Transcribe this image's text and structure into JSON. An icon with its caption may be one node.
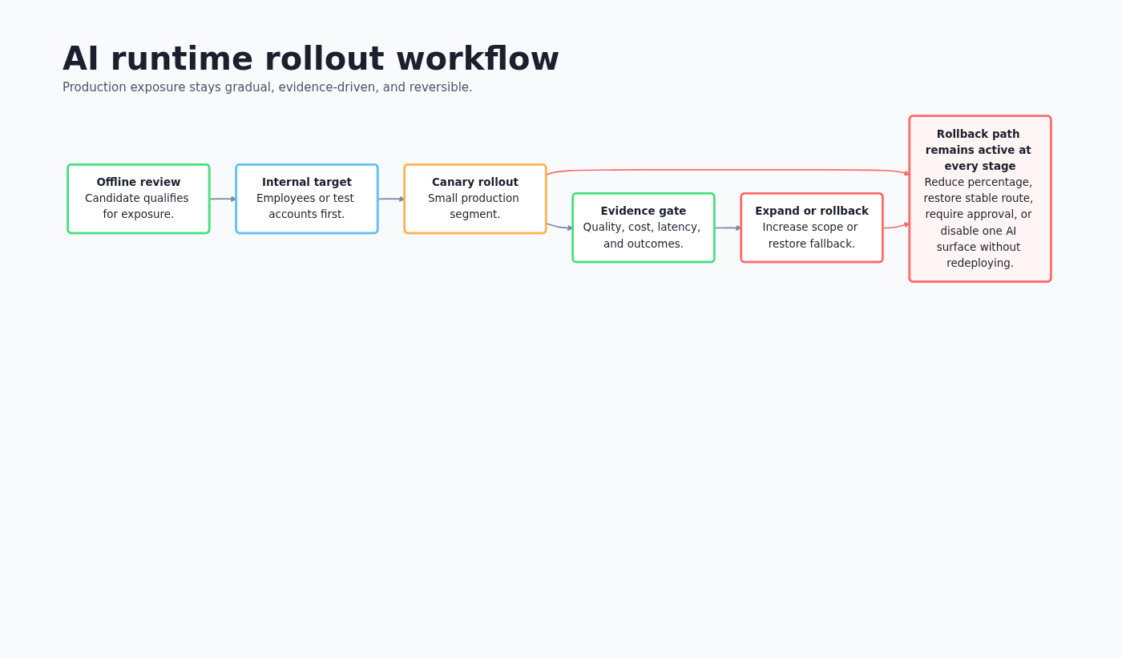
{
  "diagram": {
    "title": "AI runtime rollout workflow",
    "nodes": [
      {
        "text": [
          "Offline review",
          "Candidate qualifies for exposure."
        ]
      },
      {
        "text": [
          "Internal target",
          "Employees or test accounts first."
        ]
      },
      {
        "text": [
          "Canary rollout",
          "Small production segment."
        ]
      },
      {
        "text": [
          "Evidence gate",
          "Quality, cost, latency, and outcomes."
        ]
      },
      {
        "text": [
          "Expand or rollback",
          "Increase scope or restore fallback."
        ]
      },
      {
        "text": [
          "Rollback path remains active at every stage",
          "Reduce percentage, restore stable route, require approval, or disable one AI surface without redeploying."
        ]
      }
    ],
    "edges": [
      {
        "from": 0,
        "to": 1,
        "arrow": "to"
      },
      {
        "from": 1,
        "to": 2,
        "arrow": "to"
      },
      {
        "from": 2,
        "to": 3,
        "arrow": "to"
      },
      {
        "from": 3,
        "to": 4,
        "arrow": "to"
      },
      {
        "from": 2,
        "to": 5,
        "arrow": "to",
        "color": "#ff6b6b"
      },
      {
        "from": 4,
        "to": 5,
        "arrow": "to",
        "color": "#ff6b6b"
      }
    ],
    "labels": [
      "Production exposure stays gradual, evidence-driven, and reversible."
    ]
  }
}
